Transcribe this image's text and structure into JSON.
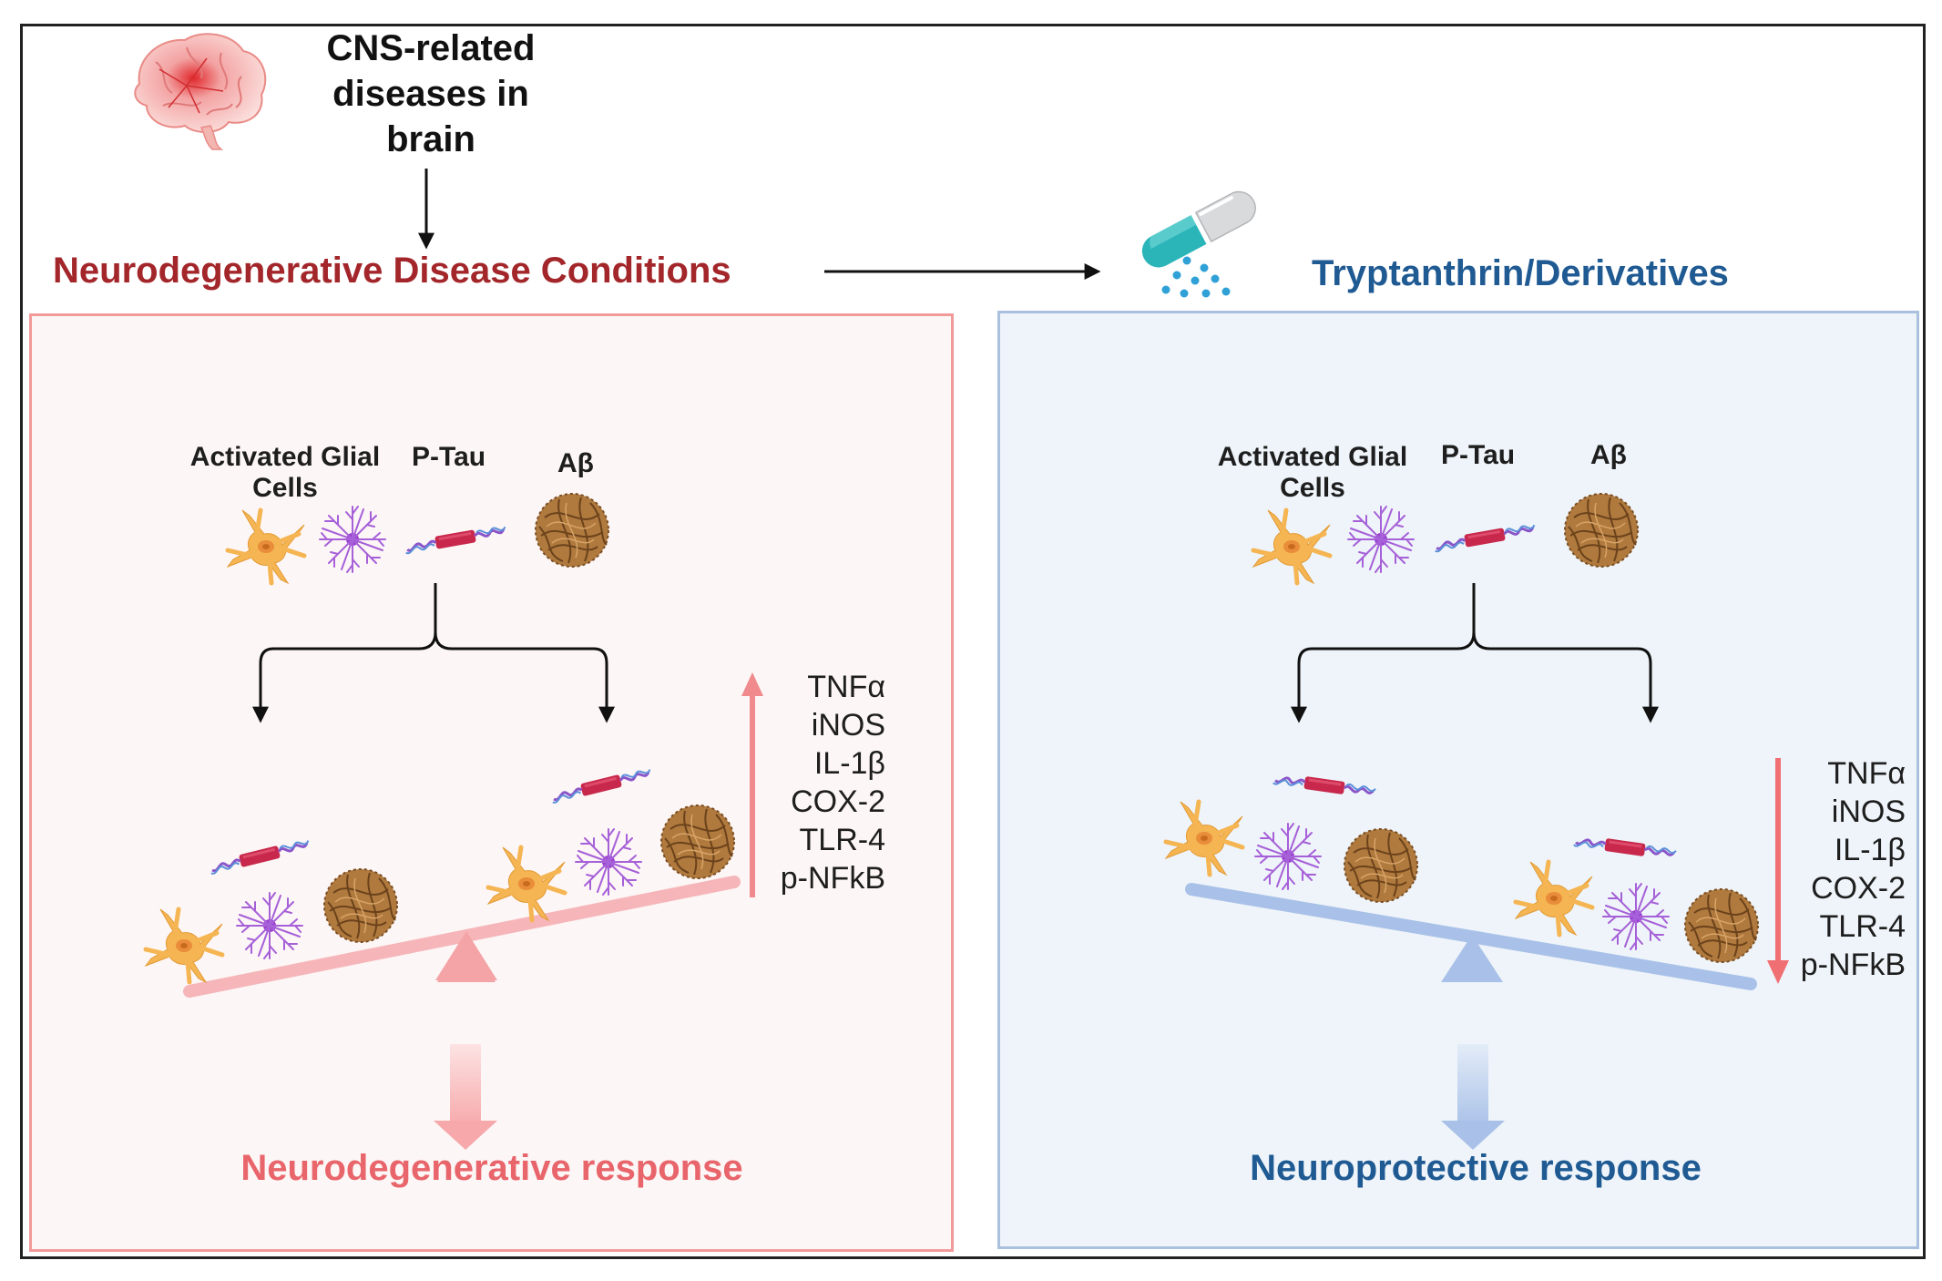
{
  "header": {
    "cns_title_lines": [
      "CNS-related",
      "diseases in",
      "brain"
    ],
    "condition_label": "Neurodegenerative Disease Conditions",
    "drug_label": "Tryptanthrin/Derivatives"
  },
  "left_panel": {
    "glial_label_lines": [
      "Activated Glial",
      "Cells"
    ],
    "ptau_label": "P-Tau",
    "abeta_label": "Aβ",
    "cytokines": [
      "TNFα",
      "iNOS",
      "IL-1β",
      "COX-2",
      "TLR-4",
      "p-NFkB"
    ],
    "trend": "up",
    "response_label": "Neurodegenerative response"
  },
  "right_panel": {
    "glial_label_lines": [
      "Activated Glial",
      "Cells"
    ],
    "ptau_label": "P-Tau",
    "abeta_label": "Aβ",
    "cytokines": [
      "TNFα",
      "iNOS",
      "IL-1β",
      "COX-2",
      "TLR-4",
      "p-NFkB"
    ],
    "trend": "down",
    "response_label": "Neuroprotective response"
  },
  "colors": {
    "condition_text": "#a3262a",
    "drug_text": "#1f5a93",
    "left_response_text": "#e8656b",
    "right_response_text": "#1f5a93",
    "left_accent": "#f4a3a6",
    "right_accent": "#a9c1e8",
    "up_arrow": "#f08a8d",
    "down_arrow": "#ef6f73"
  },
  "icons": [
    "brain-icon",
    "capsule-icon",
    "astrocyte-icon",
    "microglia-icon",
    "tau-filament-icon",
    "amyloid-plaque-icon",
    "seesaw-icon"
  ]
}
